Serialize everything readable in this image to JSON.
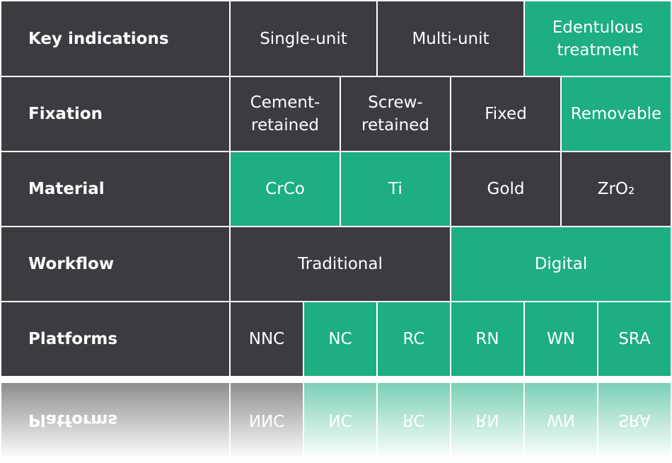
{
  "rows": [
    {
      "label": "Key indications",
      "options": [
        {
          "text": "Single-unit",
          "tone": "dark"
        },
        {
          "text": "Multi-unit",
          "tone": "dark"
        },
        {
          "text": "Edentulous treatment",
          "tone": "green"
        }
      ]
    },
    {
      "label": "Fixation",
      "options": [
        {
          "text": "Cement-retained",
          "tone": "dark"
        },
        {
          "text": "Screw-retained",
          "tone": "dark"
        },
        {
          "text": "Fixed",
          "tone": "dark"
        },
        {
          "text": "Removable",
          "tone": "green"
        }
      ]
    },
    {
      "label": "Material",
      "options": [
        {
          "text": "CrCo",
          "tone": "green"
        },
        {
          "text": "Ti",
          "tone": "green"
        },
        {
          "text": "Gold",
          "tone": "dark"
        },
        {
          "text": "ZrO₂",
          "tone": "dark"
        }
      ]
    },
    {
      "label": "Workflow",
      "options": [
        {
          "text": "Traditional",
          "tone": "dark"
        },
        {
          "text": "Digital",
          "tone": "green"
        }
      ]
    },
    {
      "label": "Platforms",
      "options": [
        {
          "text": "NNC",
          "tone": "dark"
        },
        {
          "text": "NC",
          "tone": "green"
        },
        {
          "text": "RC",
          "tone": "green"
        },
        {
          "text": "RN",
          "tone": "green"
        },
        {
          "text": "WN",
          "tone": "green"
        },
        {
          "text": "SRA",
          "tone": "green"
        }
      ]
    }
  ],
  "colors": {
    "dark": "#3d3b40",
    "green": "#1dae82"
  }
}
